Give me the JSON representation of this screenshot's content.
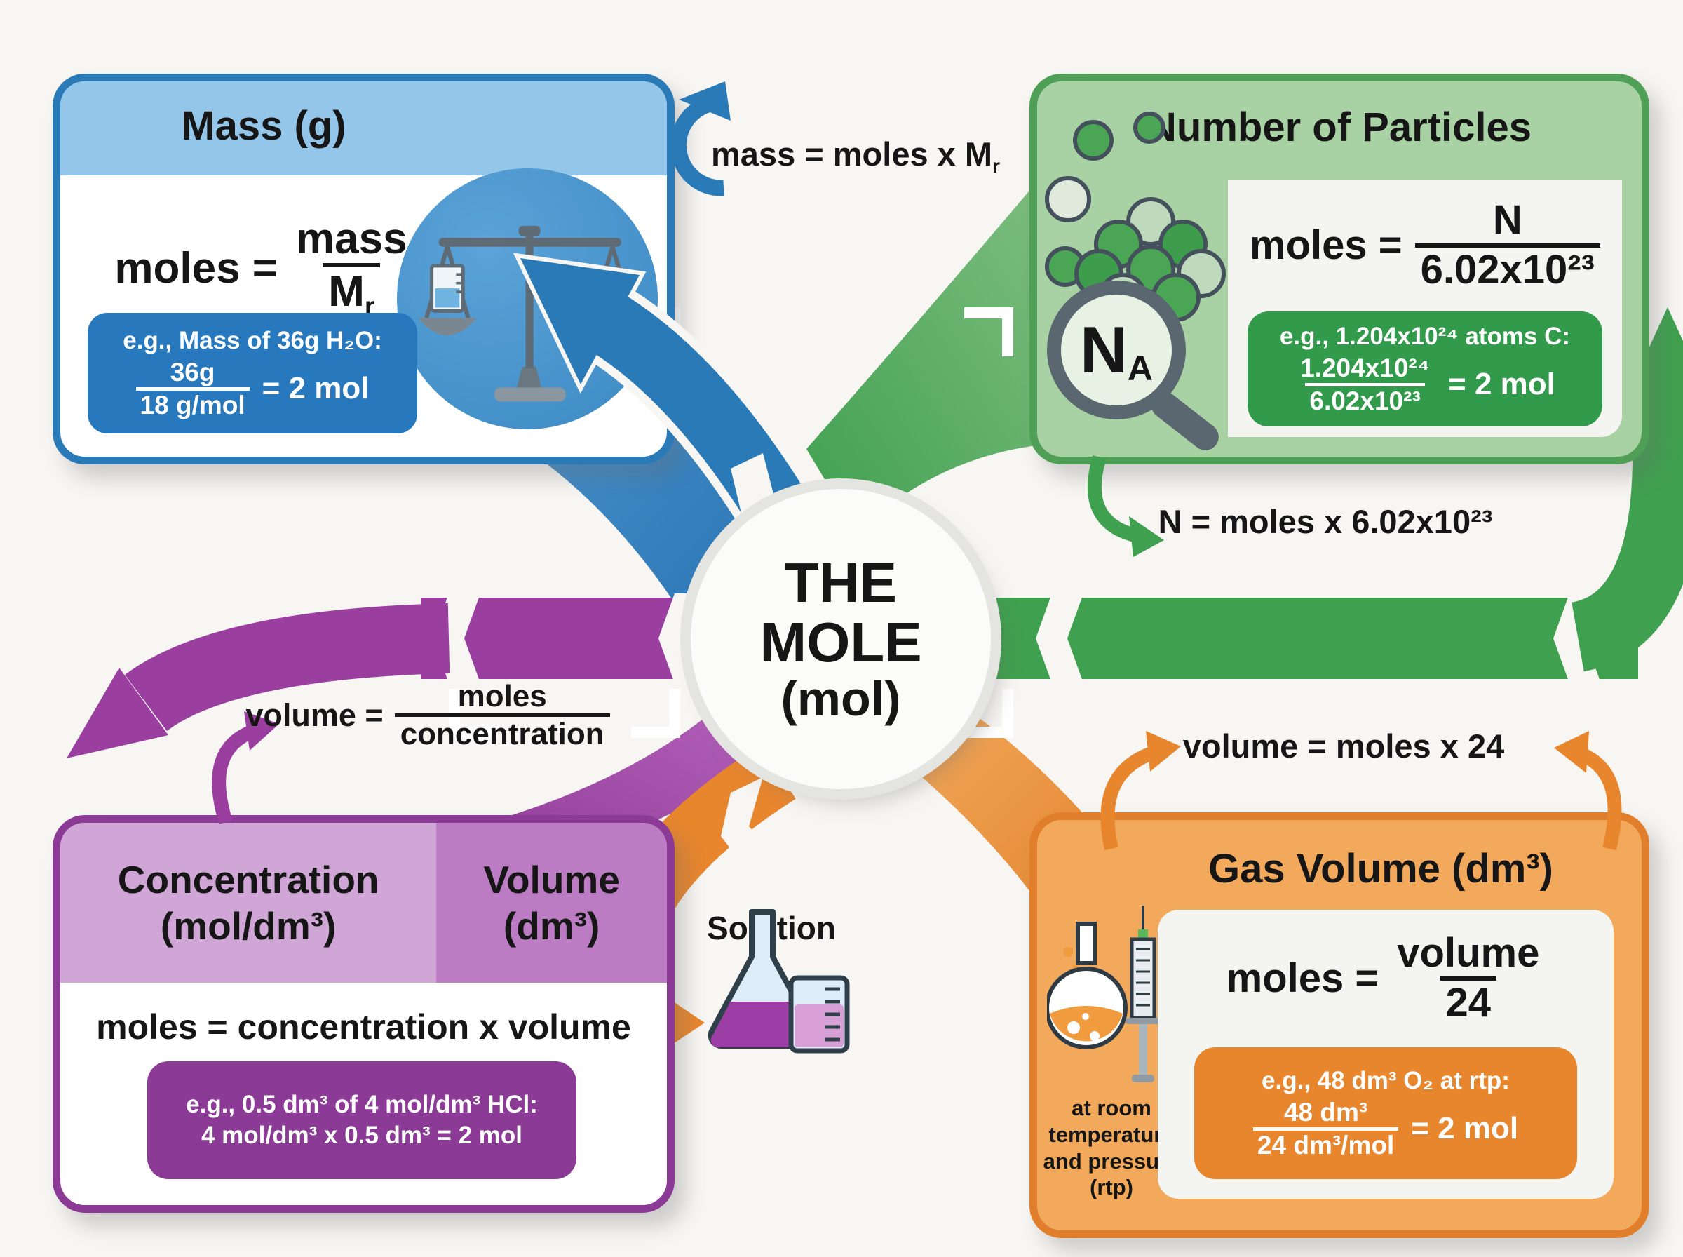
{
  "center_circle": {
    "line1": "THE",
    "line2": "MOLE",
    "line3": "(mol)"
  },
  "mass_box": {
    "title": "Mass (g)",
    "formula": {
      "lhs": "moles =",
      "numerator": "mass",
      "den_main": "M",
      "den_sub": "r"
    },
    "example": {
      "line1": "e.g., Mass of 36g H₂O:",
      "numerator": "36g",
      "denominator": "18 g/mol",
      "result": "= 2 mol"
    }
  },
  "particles_box": {
    "title": "Number of Particles",
    "formula": {
      "lhs": "moles =",
      "numerator": "N",
      "denominator": "6.02x10²³"
    },
    "example": {
      "line1": "e.g., 1.204x10²⁴ atoms C:",
      "numerator": "1.204x10²⁴",
      "denominator": "6.02x10²³",
      "result": "= 2 mol"
    },
    "magnifier": {
      "main": "N",
      "sub": "A"
    }
  },
  "conc_box": {
    "title_left": {
      "line1": "Concentration",
      "line2": "(mol/dm³)"
    },
    "title_right": {
      "line1": "Volume",
      "line2": "(dm³)"
    },
    "formula": "moles = concentration x volume",
    "example": {
      "line1": "e.g., 0.5 dm³ of 4 mol/dm³ HCl:",
      "line2": "4 mol/dm³ x 0.5 dm³ = 2 mol"
    }
  },
  "gas_box": {
    "title": "Gas Volume (dm³)",
    "formula": {
      "lhs": "moles =",
      "numerator": "volume",
      "denominator": "24"
    },
    "example": {
      "line1": "e.g., 48 dm³ O₂ at rtp:",
      "numerator": "48 dm³",
      "denominator": "24 dm³/mol",
      "result": "= 2 mol"
    },
    "rtp_note": "at room temperature and pressure (rtp)"
  },
  "labels": {
    "mass_eq": {
      "main": "mass = moles x M",
      "sub": "r"
    },
    "particles_eq": "N = moles x 6.02x10²³",
    "volume_eq": {
      "lhs": "volume =",
      "numerator": "moles",
      "denominator": "concentration"
    },
    "gas_eq": "volume = moles x 24",
    "solution": "Solution"
  },
  "colors": {
    "blue": "#2b7ab8",
    "blue_light": "#93c6e9",
    "blue_example": "#2878bd",
    "green": "#3fa04f",
    "green_light": "#a9d2a4",
    "green_example": "#319a4b",
    "purple": "#9a3fa0",
    "purple_light": "#cfa6d6",
    "purple_mid": "#bb7cc4",
    "orange": "#e8862e",
    "orange_light": "#f3a95b",
    "background": "#f7f6f3"
  }
}
